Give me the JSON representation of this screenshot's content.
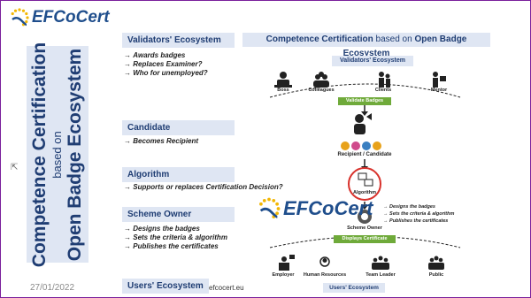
{
  "logo": {
    "text": "EFCoCert"
  },
  "side_title": {
    "line1": "Competence Certification",
    "line2": "based on",
    "line3": "Open Badge Ecosystem"
  },
  "date": "27/01/2022",
  "footer_url": "efcocert.eu",
  "sections": [
    {
      "title": "Validators' Ecosystem",
      "bullets": [
        "Awards badges",
        "Replaces Examiner?",
        "Who for unemployed?"
      ]
    },
    {
      "title": "Candidate",
      "bullets": [
        "Becomes Recipient"
      ]
    },
    {
      "title": "Algorithm",
      "bullets": [
        "Supports or replaces Certification Decision?"
      ]
    },
    {
      "title": "Scheme Owner",
      "bullets": [
        "Designs the badges",
        "Sets the criteria & algorithm",
        "Publishes the certificates"
      ]
    },
    {
      "title": "Users' Ecosystem",
      "bullets": []
    }
  ],
  "diagram": {
    "title_part1": "Competence Certification",
    "title_part2": " based on ",
    "title_part3": "Open Badge Ecosystem",
    "validators_title": "Validators' Ecosystem",
    "validators": [
      "Boss",
      "Colleagues",
      "Clients",
      "Mentor"
    ],
    "validate_badges": "Validate Badges",
    "recipient": "Recipient / Candidate",
    "algorithm": "Algorithm",
    "scheme_owner": "Scheme Owner",
    "scheme_bullets": [
      "Designs the badges",
      "Sets the criteria & algorithm",
      "Publishes the certificates"
    ],
    "displays_certificate": "Displays Certificate",
    "users": [
      "Employer",
      "Human Resources",
      "Team Leader",
      "Public"
    ],
    "users_title": "Users' Ecosystem",
    "logo_text": "EFCoCert"
  },
  "colors": {
    "frame": "#7a1f9c",
    "panel": "#dfe6f3",
    "navy": "#1f3d73",
    "green": "#6faa3a",
    "red": "#d8312b"
  }
}
